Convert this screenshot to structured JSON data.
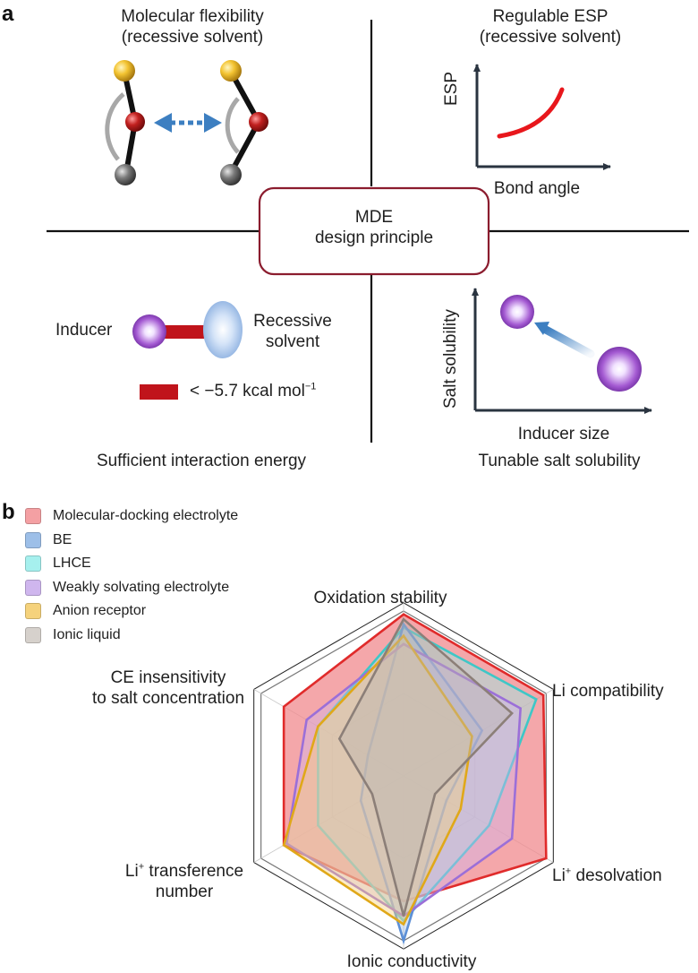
{
  "panel_a": {
    "letter": "a",
    "top_left": {
      "title_line1": "Molecular flexibility",
      "title_line2": "(recessive solvent)"
    },
    "top_right": {
      "title_line1": "Regulable ESP",
      "title_line2": "(recessive solvent)",
      "ylabel": "ESP",
      "xlabel": "Bond angle"
    },
    "center": {
      "line1": "MDE",
      "line2": "design principle"
    },
    "bottom_left": {
      "inducer_label": "Inducer",
      "solvent_label_line1": "Recessive",
      "solvent_label_line2": "solvent",
      "energy_label": "< −5.7 kcal mol",
      "energy_sup": "−1",
      "caption": "Sufficient interaction energy"
    },
    "bottom_right": {
      "ylabel": "Salt solubility",
      "xlabel": "Inducer size",
      "caption": "Tunable salt solubility"
    },
    "colors": {
      "center_border": "#8b1c2e",
      "curve": "#e8171c",
      "bond_bar": "#c0141b",
      "arrow": "#3d7fc1"
    }
  },
  "panel_b": {
    "letter": "b",
    "axis_labels": {
      "oxidation": "Oxidation stability",
      "li_compat": "Li compatibility",
      "desolv_prefix": "Li",
      "desolv_sup": "+",
      "desolv_suffix": " desolvation",
      "ionic": "Ionic conductivity",
      "transf_prefix": "Li",
      "transf_sup": "+",
      "transf_suffix": " transference",
      "transf_line2": "number",
      "ce_line1": "CE insensitivity",
      "ce_line2": "to salt concentration"
    },
    "legend": [
      {
        "label": "Molecular-docking electrolyte",
        "color": "#f4a0a3"
      },
      {
        "label": "BE",
        "color": "#9dbfe8"
      },
      {
        "label": "LHCE",
        "color": "#a6f0ee"
      },
      {
        "label": "Weakly solvating electrolyte",
        "color": "#cfb6ee"
      },
      {
        "label": "Anion receptor",
        "color": "#f5d27c"
      },
      {
        "label": "Ionic liquid",
        "color": "#d6d1cc"
      }
    ]
  },
  "chart_data": {
    "type": "radar",
    "axes": [
      "Oxidation stability",
      "Li compatibility",
      "Li+ desolvation",
      "Ionic conductivity",
      "Li+ transference number",
      "CE insensitivity to salt concentration"
    ],
    "scale": [
      0,
      1
    ],
    "grid": "hexagonal",
    "series": [
      {
        "name": "Molecular-docking electrolyte",
        "values": [
          0.98,
          0.98,
          1.0,
          0.76,
          0.84,
          0.84
        ],
        "stroke": "#e02b2b",
        "fill": "#f08a8d"
      },
      {
        "name": "BE",
        "values": [
          0.92,
          0.55,
          0.3,
          1.0,
          0.3,
          0.25
        ],
        "stroke": "#5c8fd6",
        "fill": "#9dbfe8"
      },
      {
        "name": "LHCE",
        "values": [
          0.9,
          0.93,
          0.6,
          0.88,
          0.6,
          0.6
        ],
        "stroke": "#3ec7c7",
        "fill": "#8ff0ee"
      },
      {
        "name": "Weakly solvating electrolyte",
        "values": [
          0.8,
          0.82,
          0.76,
          0.85,
          0.82,
          0.68
        ],
        "stroke": "#9b6fd8",
        "fill": "#cfb6ee"
      },
      {
        "name": "Anion receptor",
        "values": [
          0.85,
          0.48,
          0.4,
          0.9,
          0.84,
          0.6
        ],
        "stroke": "#e0a819",
        "fill": "#f5d27c"
      },
      {
        "name": "Ionic liquid",
        "values": [
          0.95,
          0.76,
          0.22,
          0.85,
          0.22,
          0.45
        ],
        "stroke": "#8c7f78",
        "fill": "#bdb6af"
      }
    ]
  }
}
